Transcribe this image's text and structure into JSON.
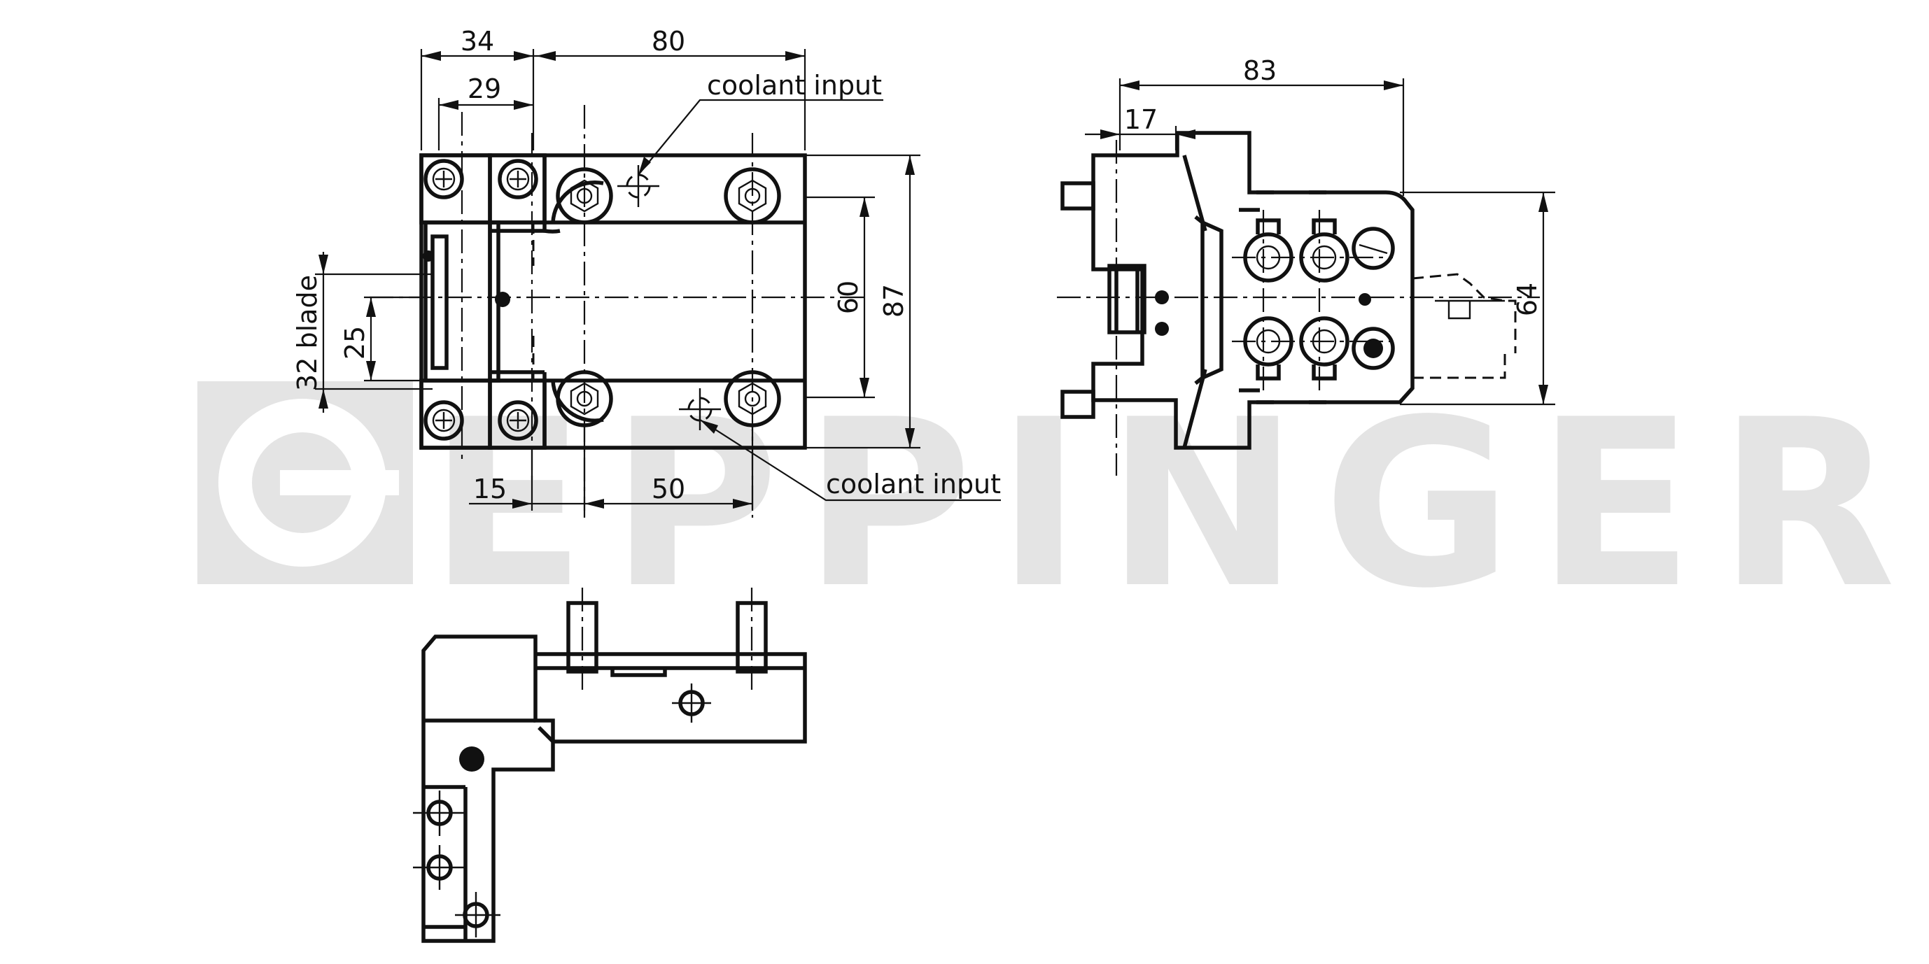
{
  "watermark": {
    "text": "EPPINGER"
  },
  "front_view": {
    "dimensions": {
      "d34": "34",
      "d80": "80",
      "d29": "29",
      "d60": "60",
      "d87": "87",
      "d25": "25",
      "d32_blade": "32 blade",
      "d15": "15",
      "d50": "50"
    },
    "labels": {
      "coolant_top": "coolant input",
      "coolant_bottom": "coolant input"
    }
  },
  "side_view": {
    "dimensions": {
      "d83": "83",
      "d17": "17",
      "d64": "64"
    }
  },
  "colors": {
    "line": "#111111",
    "watermark": "#e4e4e4",
    "background": "#ffffff"
  }
}
